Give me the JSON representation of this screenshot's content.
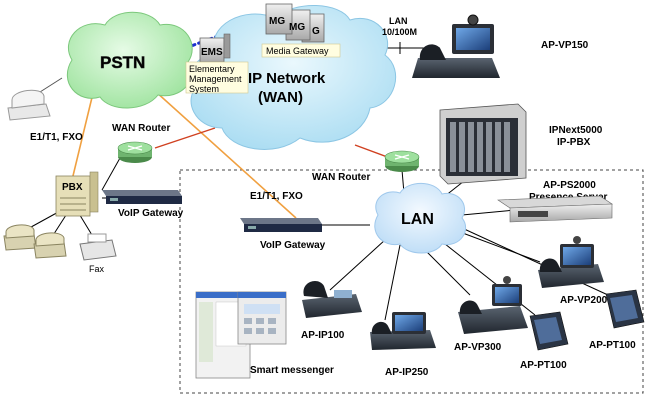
{
  "nodes": {
    "pstn": "PSTN",
    "ip_network_line1": "IP Network",
    "ip_network_line2": "(WAN)",
    "lan": "LAN",
    "ems": "EMS",
    "ems_desc_1": "Elementary",
    "ems_desc_2": "Management",
    "ems_desc_3": "System",
    "mg_1": "MG",
    "mg_2": "MG",
    "mg_3": "G",
    "media_gateway": "Media Gateway",
    "lan_speed_1": "LAN",
    "lan_speed_2": "10/100M",
    "ap_vp150": "AP-VP150",
    "ipnext_1": "IPNext5000",
    "ipnext_2": "IP-PBX",
    "ps2000_1": "AP-PS2000",
    "ps2000_2": "Presence Server",
    "wan_router_left": "WAN Router",
    "wan_router_right": "WAN Router",
    "e1_left": "E1/T1, FXO",
    "e1_right": "E1/T1, FXO",
    "pbx": "PBX",
    "voip_gw_left": "VoIP Gateway",
    "voip_gw_right": "VoIP Gateway",
    "fax": "Fax",
    "ap_ip100": "AP-IP100",
    "ap_ip250": "AP-IP250",
    "ap_vp300": "AP-VP300",
    "ap_vp200": "AP-VP200",
    "ap_pt100_a": "AP-PT100",
    "ap_pt100_b": "AP-PT100",
    "smart_messenger": "Smart messenger"
  },
  "colors": {
    "pstn_cloud": "#b9f0b9",
    "wan_cloud": "#bfe6f7",
    "lan_cloud": "#d8ebfa",
    "orange_link": "#f0a040",
    "ems_link": "#1a2fd0",
    "router": "#8bd08b"
  }
}
